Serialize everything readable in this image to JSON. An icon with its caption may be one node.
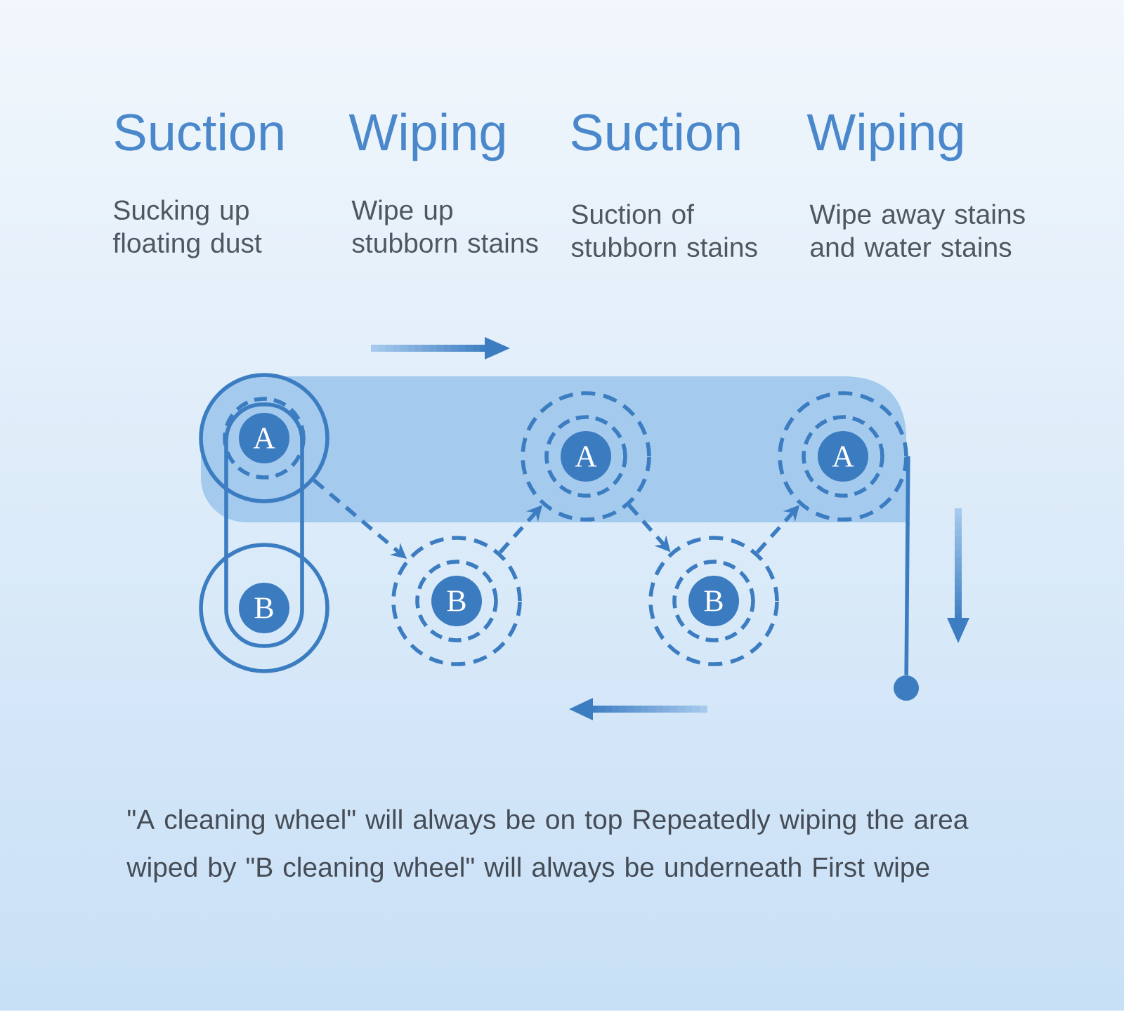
{
  "diagram": {
    "nodes": [
      {
        "text": [
          "A"
        ]
      },
      {
        "text": [
          "B"
        ]
      },
      {
        "text": [
          "B"
        ]
      },
      {
        "text": [
          "A"
        ]
      },
      {
        "text": [
          "B"
        ]
      },
      {
        "text": [
          "A"
        ]
      },
      {
        "text": [],
        "shape": "circle"
      }
    ],
    "edges": [
      {
        "from": 0,
        "to": 1,
        "arrow": "none"
      },
      {
        "from": 0,
        "to": 2,
        "arrow": "to",
        "style": "dashed"
      },
      {
        "from": 2,
        "to": 3,
        "arrow": "to",
        "style": "dashed"
      },
      {
        "from": 3,
        "to": 4,
        "arrow": "to",
        "style": "dashed"
      },
      {
        "from": 4,
        "to": 5,
        "arrow": "to",
        "style": "dashed"
      },
      {
        "from": 5,
        "to": 6,
        "arrow": "none"
      }
    ],
    "labels": [
      "Suction",
      "Sucking up floating dust",
      "Wiping",
      "Wipe up stubborn stains",
      "Suction",
      "Suction of stubborn stains",
      "Wiping",
      "Wipe away stains and water stains"
    ],
    "caption": "\"A cleaning wheel\" will always be on top Repeatedly wiping the area wiped by \"B cleaning wheel\" will always be underneath First wipe"
  }
}
